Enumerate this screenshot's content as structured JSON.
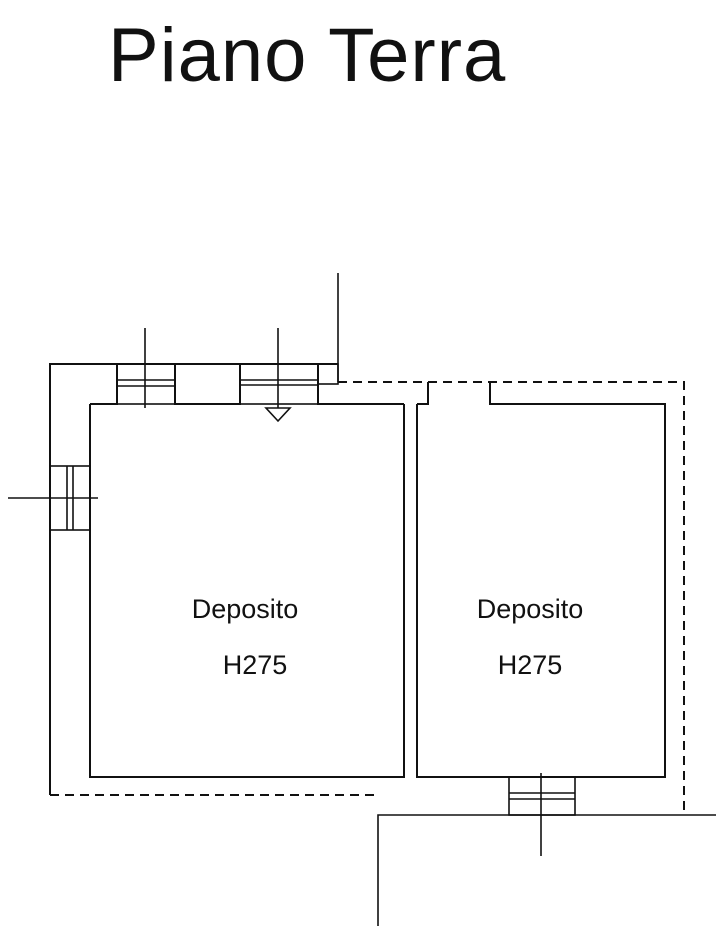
{
  "title": "Piano Terra",
  "rooms": [
    {
      "name": "Deposito",
      "height": "H275"
    },
    {
      "name": "Deposito",
      "height": "H275"
    }
  ]
}
